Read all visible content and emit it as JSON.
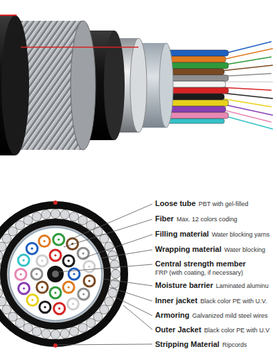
{
  "diagram": {
    "labels": [
      "Loose tube",
      "PBT with gel-filled",
      "Fiber",
      "Max. 12 colors coding",
      "Filling material",
      "Water blocking yarns",
      "Wrapping material",
      "Water blocking",
      "Central strength member",
      "FRP (with coating, if necessary)",
      "Moisture barrier",
      "Laminated aluminu",
      "Inner jacket",
      "Black color PE with U.V.",
      "Armoring",
      "Galvanized mild steel wires",
      "Outer Jacket",
      "Black color PE with U.V",
      "Stripping Material",
      "Ripcords"
    ]
  }
}
